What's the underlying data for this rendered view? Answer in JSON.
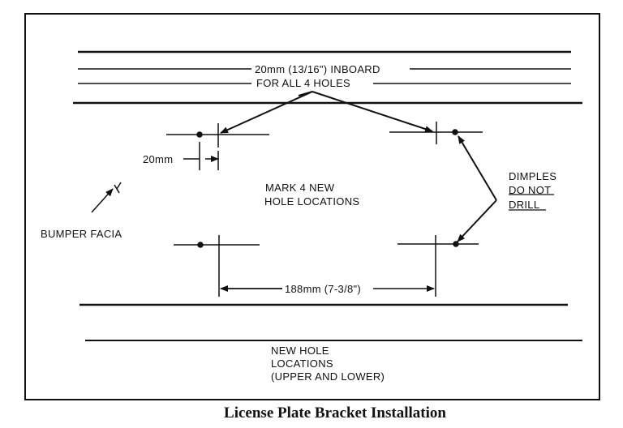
{
  "labels": {
    "inboard_line1": "20mm (13/16\") INBOARD",
    "inboard_line2": "FOR ALL 4 HOLES",
    "dim_20mm": "20mm",
    "mark_line1": "MARK 4 NEW",
    "mark_line2": "HOLE LOCATIONS",
    "dimples_line1": "DIMPLES",
    "dimples_line2": "DO NOT",
    "dimples_line3": "DRILL",
    "bumper": "BUMPER FACIA",
    "dim_188mm": "188mm (7-3/8\")",
    "new_hole_line1": "NEW HOLE",
    "new_hole_line2": "LOCATIONS",
    "new_hole_line3": "(UPPER AND LOWER)"
  },
  "caption": "License Plate Bracket Installation"
}
